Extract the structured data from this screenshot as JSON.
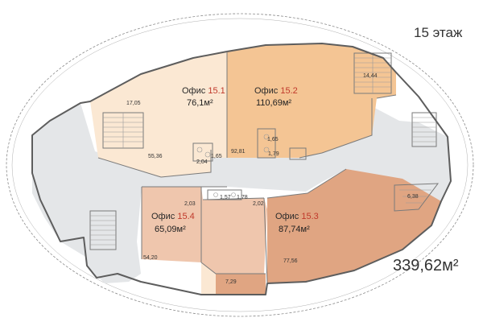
{
  "floor_label": "15 этаж",
  "total_area": "339,62м²",
  "colors": {
    "office_15_1": "#fbe8d3",
    "office_15_2": "#f4c594",
    "office_15_3": "#e0a582",
    "office_15_4": "#efc6ad",
    "corridor": "#e4e6e8",
    "label_accent": "#c0392b"
  },
  "offices": [
    {
      "id": "15.1",
      "name": "Офис",
      "number": "15.1",
      "area": "76,1м²"
    },
    {
      "id": "15.2",
      "name": "Офис",
      "number": "15.2",
      "area": "110,69м²"
    },
    {
      "id": "15.4",
      "name": "Офис",
      "number": "15.4",
      "area": "65,09м²"
    },
    {
      "id": "15.3",
      "name": "Офис",
      "number": "15.3",
      "area": "87,74м²"
    }
  ],
  "sub_areas": {
    "a_17_05": "17,05",
    "a_55_36": "55,36",
    "a_2_04": "2,04",
    "a_1_65a": "1,65",
    "a_92_81": "92,81",
    "a_1_65b": "1,65",
    "a_1_79": "1,79",
    "a_14_44": "14,44",
    "a_6_38": "6,38",
    "a_2_03": "2,03",
    "a_1_57": "1,57",
    "a_1_78": "1,78",
    "a_2_02": "2,02",
    "a_54_20": "54,20",
    "a_77_56": "77,56",
    "a_7_29": "7,29"
  }
}
